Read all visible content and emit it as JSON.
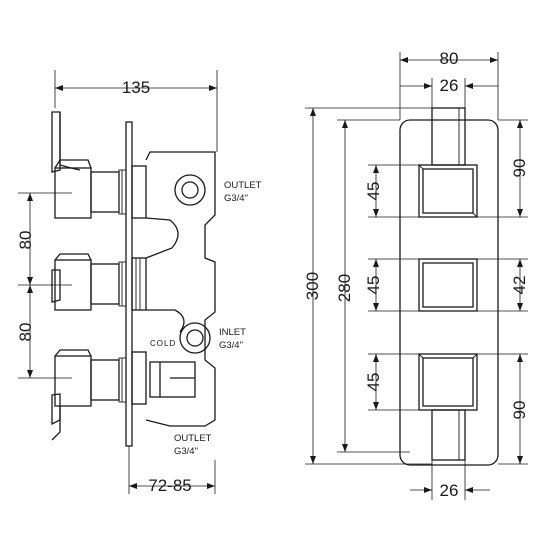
{
  "side_view": {
    "dim_width": "135",
    "dim_spacing_upper": "80",
    "dim_spacing_lower": "80",
    "dim_depth": "72-85",
    "cold_marker": "COLD",
    "port_outlet_top": {
      "line1": "OUTLET",
      "line2": "G3/4\""
    },
    "port_inlet": {
      "line1": "INLET",
      "line2": "G3/4\""
    },
    "port_outlet_bottom": {
      "line1": "OUTLET",
      "line2": "G3/4\""
    }
  },
  "front_view": {
    "dim_plate_width": "80",
    "dim_handle_width_top": "26",
    "dim_handle_width_bottom": "26",
    "dim_plate_height": "300",
    "dim_inner_height": "280",
    "dim_knob_top": "45",
    "dim_knob_middle": "45",
    "dim_knob_bottom": "45",
    "dim_top_offset": "90",
    "dim_middle_offset": "42",
    "dim_bottom_offset": "90"
  }
}
